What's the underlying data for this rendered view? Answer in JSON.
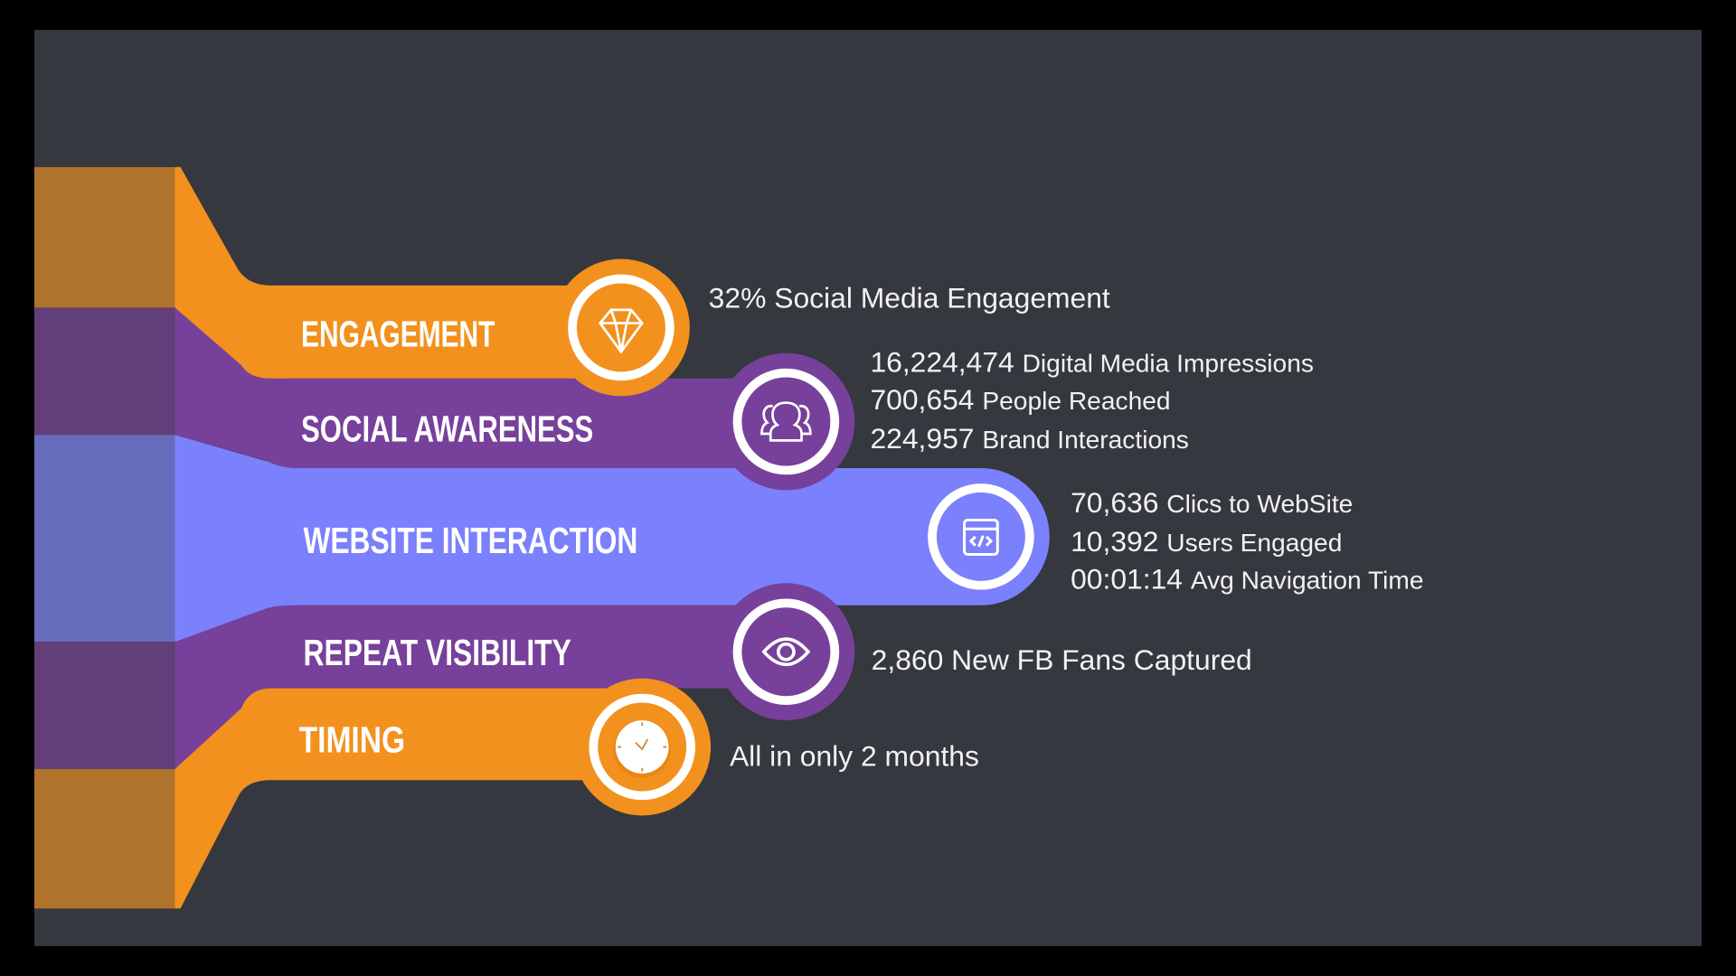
{
  "colors": {
    "background": "#35383e",
    "frame": "#000000",
    "orange": "#f2911d",
    "purple": "#77409b",
    "blue": "#7b80fc",
    "orange_dark": "#b0732b",
    "purple_dark": "#633f79",
    "blue_dark": "#666cbb"
  },
  "stages": [
    {
      "label": "ENGAGEMENT",
      "icon": "diamond-icon",
      "stats": [
        "32% Social Media Engagement"
      ]
    },
    {
      "label": "SOCIAL AWARENESS",
      "icon": "users-icon",
      "stats": [
        {
          "value": "16,224,474",
          "text": "Digital Media Impressions"
        },
        {
          "value": "700,654",
          "text": "People Reached"
        },
        {
          "value": "224,957",
          "text": "Brand Interactions"
        }
      ]
    },
    {
      "label": "WEBSITE INTERACTION",
      "icon": "browser-code-icon",
      "stats": [
        {
          "value": "70,636",
          "text": "Clics to WebSite"
        },
        {
          "value": "10,392",
          "text": "Users Engaged"
        },
        {
          "value": "00:01:14",
          "text": "Avg Navigation Time"
        }
      ]
    },
    {
      "label": "REPEAT VISIBILITY",
      "icon": "eye-icon",
      "stats": [
        "2,860 New FB Fans Captured"
      ]
    },
    {
      "label": "TIMING",
      "icon": "clock-icon",
      "stats": [
        "All in only 2 months"
      ]
    }
  ]
}
